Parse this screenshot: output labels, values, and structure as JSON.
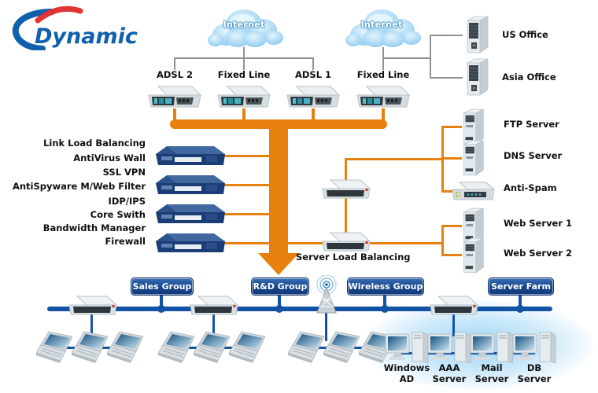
{
  "logo": {
    "brand": "Dynamic"
  },
  "internet_clouds": [
    {
      "label": "Internet"
    },
    {
      "label": "Internet"
    }
  ],
  "wan_links": [
    {
      "label": "ADSL 2"
    },
    {
      "label": "Fixed Line"
    },
    {
      "label": "ADSL 1"
    },
    {
      "label": "Fixed Line"
    }
  ],
  "remote_offices": [
    {
      "label": "US Office"
    },
    {
      "label": "Asia Office"
    }
  ],
  "gateway_appliances": {
    "labels": [
      "Link Load Balancing",
      "AntiVirus Wall",
      "SSL VPN",
      "AntiSpyware M/Web Filter",
      "IDP/IPS",
      "Core Swith",
      "Bandwidth Manager",
      "Firewall"
    ]
  },
  "server_load_balancing": {
    "label": "Server Load Balancing"
  },
  "dmz_servers": [
    {
      "label": "FTP Server"
    },
    {
      "label": "DNS Server"
    },
    {
      "label": "Anti-Spam"
    },
    {
      "label": "Web Server 1"
    },
    {
      "label": "Web Server 2"
    }
  ],
  "lan_groups": [
    {
      "label": "Sales Group"
    },
    {
      "label": "R&D Group"
    },
    {
      "label": "Wireless Group"
    },
    {
      "label": "Server Farm"
    }
  ],
  "server_farm": [
    {
      "line1": "Windows",
      "line2": "AD"
    },
    {
      "line1": "AAA",
      "line2": "Server"
    },
    {
      "line1": "Mail",
      "line2": "Server"
    },
    {
      "line1": "DB",
      "line2": "Server"
    }
  ],
  "colors": {
    "trunk_orange": "#E8800F",
    "backbone_blue": "#1353A5",
    "badge_navy": "#16458C",
    "cloud_blue": "#9DD3F2",
    "logo_blue": "#1060AE",
    "logo_red": "#E13434"
  }
}
